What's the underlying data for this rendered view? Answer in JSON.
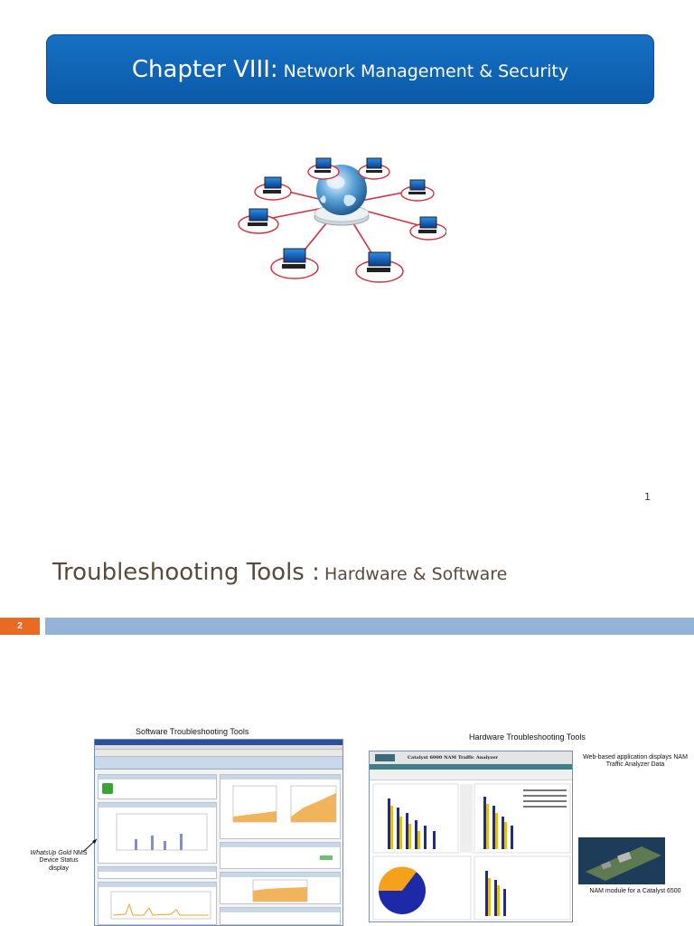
{
  "slide1": {
    "title_main": "Chapter VIII:",
    "title_sub": "Network Management & Security",
    "slide_number": "1",
    "art_icon": "network-globe-icon"
  },
  "slide2": {
    "title_main": "Troubleshooting Tools :",
    "title_sub": "Hardware & Software",
    "slide_number": "2",
    "software_panel": {
      "heading": "Software Troubleshooting Tools",
      "annotation_italic": "WhatsUp Gold",
      "annotation_rest_line1": " NMS",
      "annotation_line2": "Device Status",
      "annotation_line3": "display"
    },
    "hardware_panel": {
      "heading": "Hardware Troubleshooting Tools",
      "window_title": "Catalyst 6000 NAM Traffic Analyzer",
      "annotation_top_line1": "Web-based application displays NAM",
      "annotation_top_line2": "Traffic Analyzer Data",
      "annotation_bottom": "NAM module for a Catalyst 6500"
    }
  },
  "colors": {
    "title_bar": "#0a5aa8",
    "slide2_title": "#5b4a3c",
    "number_box": "#e86b25",
    "rule_bar": "#94b3d6"
  }
}
